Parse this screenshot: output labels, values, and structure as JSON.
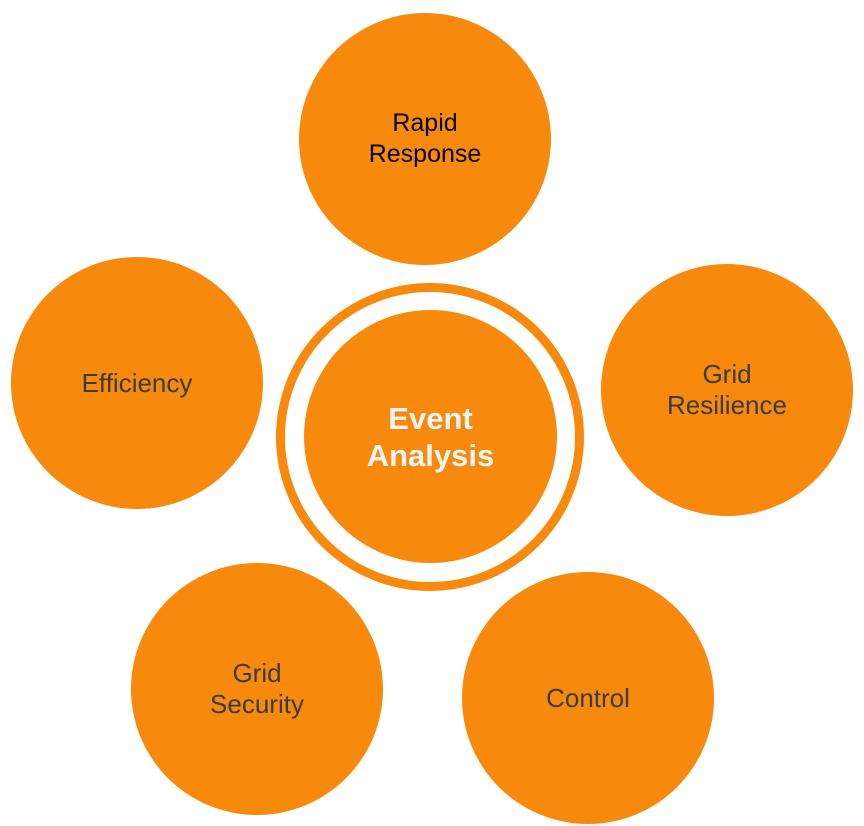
{
  "colors": {
    "circle_fill": "#F78A0D",
    "satellite_text": "#3b3b3b",
    "center_text": "#f4f4f4"
  },
  "center": {
    "lines": [
      "Event",
      "Analysis"
    ]
  },
  "satellites": {
    "rapid_response": {
      "lines": [
        "Rapid",
        "Response"
      ]
    },
    "grid_resilience": {
      "lines": [
        "Grid",
        "Resilience"
      ]
    },
    "control": {
      "lines": [
        "Control"
      ]
    },
    "grid_security": {
      "lines": [
        "Grid",
        "Security"
      ]
    },
    "efficiency": {
      "lines": [
        "Efficiency"
      ]
    }
  }
}
